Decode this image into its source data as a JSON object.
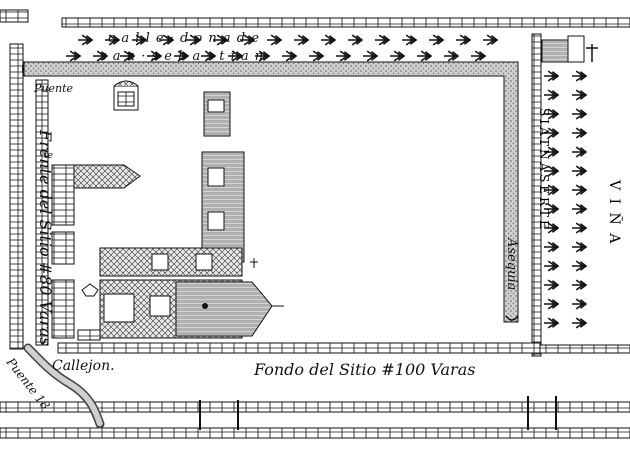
{
  "labels": {
    "puente_top": "Puente",
    "callejon": "Callejon.",
    "puente_bottom": "Puente 18",
    "frente": "Frente del Sitio #80 Varas",
    "fondo": "Fondo del Sitio #100 Varas",
    "acequia": "Asequia",
    "vina": "V I Ñ A",
    "calle_top_row1": "c a l l e · d o n a d e",
    "calle_top_row2": "s a n · s e b a s t i a n",
    "side_letters": "SIATNASERTE",
    "annex_mark": "te"
  },
  "colors": {
    "ink": "#111111",
    "paper": "#ffffff",
    "hatch": "#333333",
    "stipple": "#bdbdbd"
  }
}
